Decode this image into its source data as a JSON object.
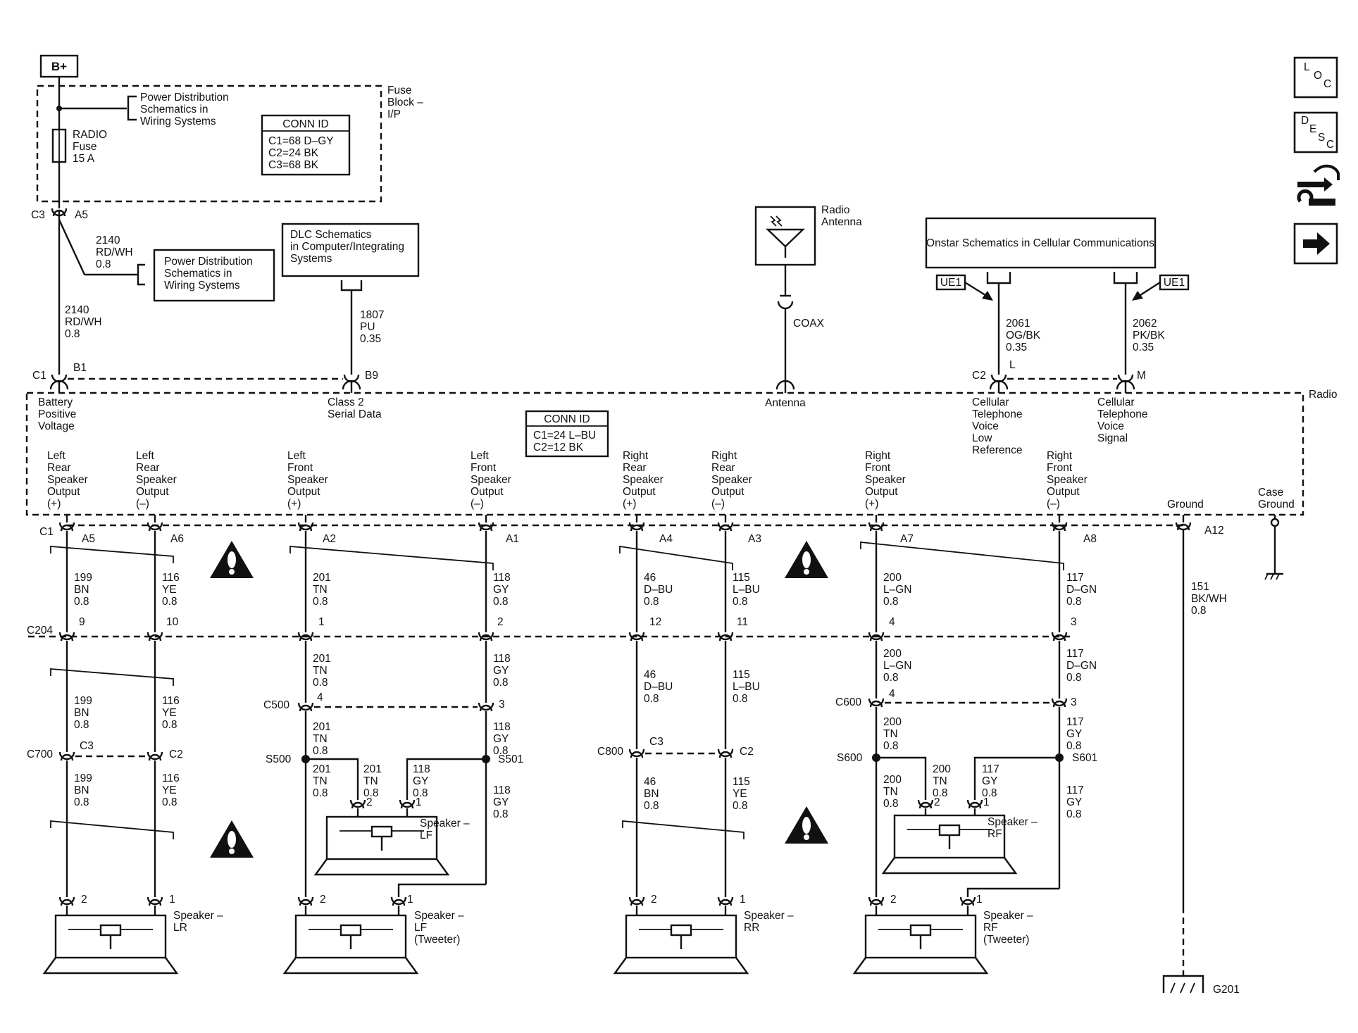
{
  "power": {
    "b_plus": "B+",
    "fuse_block_label": [
      "Fuse",
      "Block –",
      "I/P"
    ],
    "pd_ref_top": [
      "Power Distribution",
      "Schematics in",
      "Wiring Systems"
    ],
    "fuse_label": [
      "RADIO",
      "Fuse",
      "15 A"
    ],
    "conn_id_title": "CONN ID",
    "conn_id_lines": [
      "C1=68 D–GY",
      "C2=24 BK",
      "C3=68 BK"
    ],
    "c3": "C3",
    "a5": "A5",
    "splice_wire": [
      "2140",
      "RD/WH",
      "0.8"
    ],
    "pd_ref_mid": [
      "Power Distribution",
      "Schematics in",
      "Wiring Systems"
    ],
    "main_wire": [
      "2140",
      "RD/WH",
      "0.8"
    ]
  },
  "dlc": {
    "ref": [
      "DLC Schematics",
      "in Computer/Integrating",
      "Systems"
    ],
    "wire": [
      "1807",
      "PU",
      "0.35"
    ]
  },
  "antenna": {
    "label": [
      "Radio",
      "Antenna"
    ],
    "coax": "COAX"
  },
  "onstar": {
    "ref": "Onstar Schematics in Cellular Communications",
    "ue1": "UE1",
    "wire_left": [
      "2061",
      "OG/BK",
      "0.35"
    ],
    "wire_right": [
      "2062",
      "PK/BK",
      "0.35"
    ]
  },
  "radio_top": {
    "c1": "C1",
    "b1": "B1",
    "b9": "B9",
    "c2": "C2",
    "l": "L",
    "m": "M",
    "radio": "Radio",
    "battery": [
      "Battery",
      "Positive",
      "Voltage"
    ],
    "class2": [
      "Class 2",
      "Serial Data"
    ],
    "antenna": "Antenna",
    "cell_low": [
      "Cellular",
      "Telephone",
      "Voice",
      "Low",
      "Reference"
    ],
    "cell_sig": [
      "Cellular",
      "Telephone",
      "Voice",
      "Signal"
    ],
    "conn_id_title": "CONN ID",
    "conn_id_lines": [
      "C1=24 L–BU",
      "C2=12 BK"
    ]
  },
  "outputs": {
    "lr_pos": [
      "Left",
      "Rear",
      "Speaker",
      "Output",
      "(+)"
    ],
    "lr_neg": [
      "Left",
      "Rear",
      "Speaker",
      "Output",
      "(–)"
    ],
    "lf_pos": [
      "Left",
      "Front",
      "Speaker",
      "Output",
      "(+)"
    ],
    "lf_neg": [
      "Left",
      "Front",
      "Speaker",
      "Output",
      "(–)"
    ],
    "rr_pos": [
      "Right",
      "Rear",
      "Speaker",
      "Output",
      "(+)"
    ],
    "rr_neg": [
      "Right",
      "Rear",
      "Speaker",
      "Output",
      "(–)"
    ],
    "rf_pos": [
      "Right",
      "Front",
      "Speaker",
      "Output",
      "(+)"
    ],
    "rf_neg": [
      "Right",
      "Front",
      "Speaker",
      "Output",
      "(–)"
    ],
    "ground": "Ground",
    "case_ground": [
      "Case",
      "Ground"
    ]
  },
  "pins": {
    "c1": "C1",
    "a5": "A5",
    "a6": "A6",
    "a2": "A2",
    "a1": "A1",
    "a4": "A4",
    "a3": "A3",
    "a7": "A7",
    "a8": "A8",
    "a12": "A12"
  },
  "wires": {
    "w199": [
      "199",
      "BN",
      "0.8"
    ],
    "w116": [
      "116",
      "YE",
      "0.8"
    ],
    "w201": [
      "201",
      "TN",
      "0.8"
    ],
    "w118": [
      "118",
      "GY",
      "0.8"
    ],
    "w46": [
      "46",
      "D–BU",
      "0.8"
    ],
    "w115": [
      "115",
      "L–BU",
      "0.8"
    ],
    "w200": [
      "200",
      "L–GN",
      "0.8"
    ],
    "w117": [
      "117",
      "D–GN",
      "0.8"
    ],
    "w151": [
      "151",
      "BK/WH",
      "0.8"
    ],
    "w46bn": [
      "46",
      "BN",
      "0.8"
    ],
    "w115ye": [
      "115",
      "YE",
      "0.8"
    ],
    "w200tn": [
      "200",
      "TN",
      "0.8"
    ],
    "w117gy": [
      "117",
      "GY",
      "0.8"
    ]
  },
  "c204": {
    "label": "C204",
    "p9": "9",
    "p10": "10",
    "p1": "1",
    "p2": "2",
    "p12": "12",
    "p11": "11",
    "p4": "4",
    "p3": "3"
  },
  "c500": {
    "label": "C500",
    "p4": "4",
    "p3": "3"
  },
  "c600": {
    "label": "C600",
    "p4": "4",
    "p3": "3"
  },
  "c700": {
    "label": "C700",
    "c3": "C3",
    "c2": "C2"
  },
  "c800": {
    "label": "C800",
    "c3": "C3",
    "c2": "C2"
  },
  "splices": {
    "s500": "S500",
    "s501": "S501",
    "s600": "S600",
    "s601": "S601"
  },
  "speakers": {
    "lr": [
      "Speaker –",
      "LR"
    ],
    "lf": [
      "Speaker –",
      "LF"
    ],
    "lf_tw": [
      "Speaker –",
      "LF",
      "(Tweeter)"
    ],
    "rr": [
      "Speaker –",
      "RR"
    ],
    "rf": [
      "Speaker –",
      "RF"
    ],
    "rf_tw": [
      "Speaker –",
      "RF",
      "(Tweeter)"
    ]
  },
  "pin_nums": {
    "one": "1",
    "two": "2"
  },
  "ground_id": "G201",
  "nav": {
    "loc": [
      "L",
      "O",
      "C"
    ],
    "desc": [
      "D",
      "E",
      "S",
      "C"
    ]
  }
}
